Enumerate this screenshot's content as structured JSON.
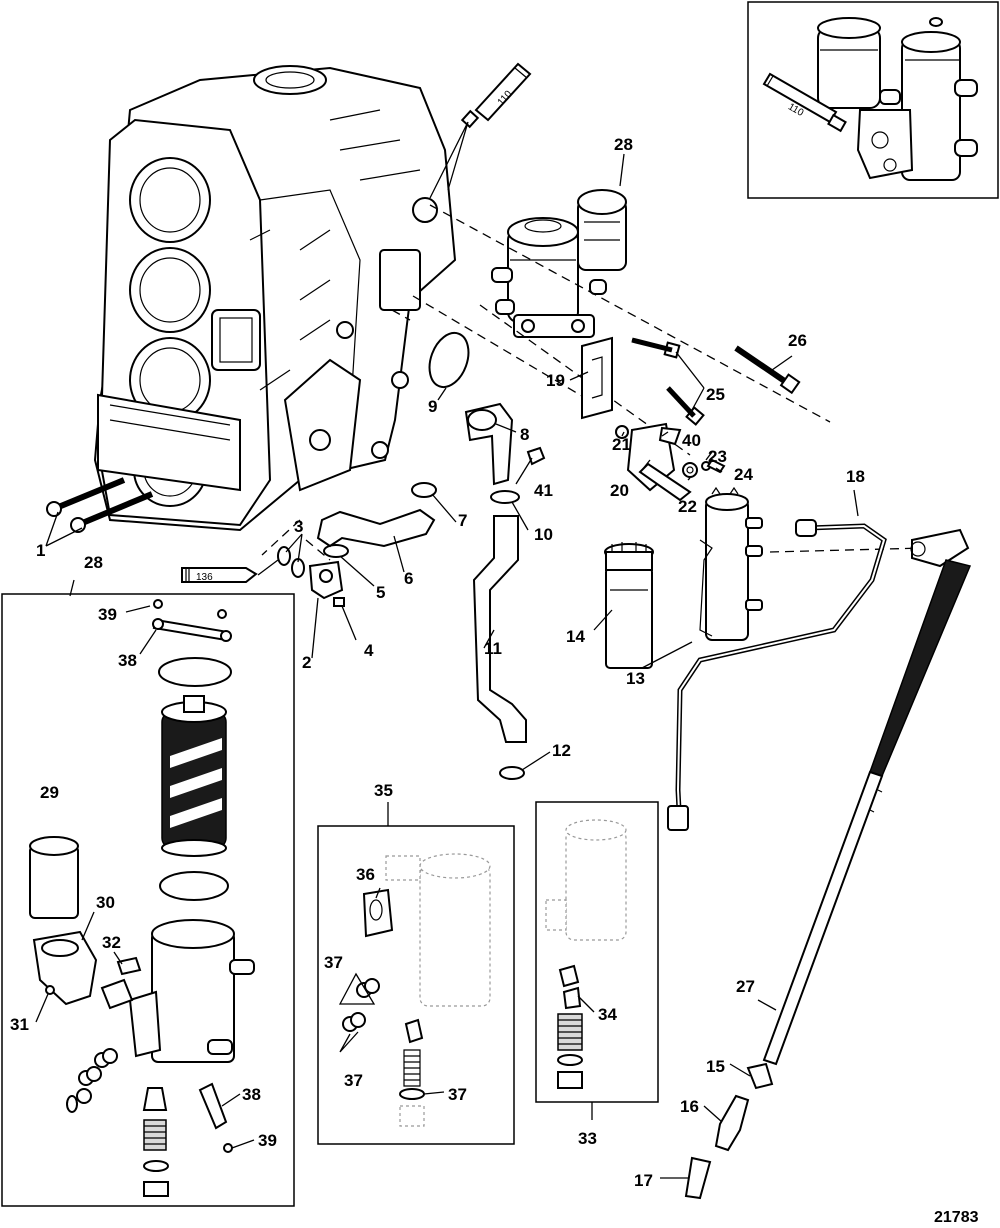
{
  "drawing_number": "21783",
  "sealant_tubes": [
    {
      "id": "tube-110-main",
      "text": "110"
    },
    {
      "id": "tube-110-inset",
      "text": "110"
    },
    {
      "id": "tube-136",
      "text": "136"
    }
  ],
  "labels": {
    "n1": "1",
    "n2": "2",
    "n3": "3",
    "n4": "4",
    "n5": "5",
    "n6": "6",
    "n7": "7",
    "n8": "8",
    "n9": "9",
    "n10": "10",
    "n11": "11",
    "n12": "12",
    "n13": "13",
    "n14": "14",
    "n15": "15",
    "n16": "16",
    "n17": "17",
    "n18": "18",
    "n19": "19",
    "n20": "20",
    "n21": "21",
    "n22": "22",
    "n23": "23",
    "n24": "24",
    "n25": "25",
    "n26": "26",
    "n27": "27",
    "n28a": "28",
    "n28b": "28",
    "n29": "29",
    "n30": "30",
    "n31": "31",
    "n32": "32",
    "n33": "33",
    "n34": "34",
    "n35": "35",
    "n36": "36",
    "n37a": "37",
    "n37b": "37",
    "n37c": "37",
    "n38a": "38",
    "n38b": "38",
    "n39a": "39",
    "n39b": "39",
    "n40": "40",
    "n41": "41"
  }
}
